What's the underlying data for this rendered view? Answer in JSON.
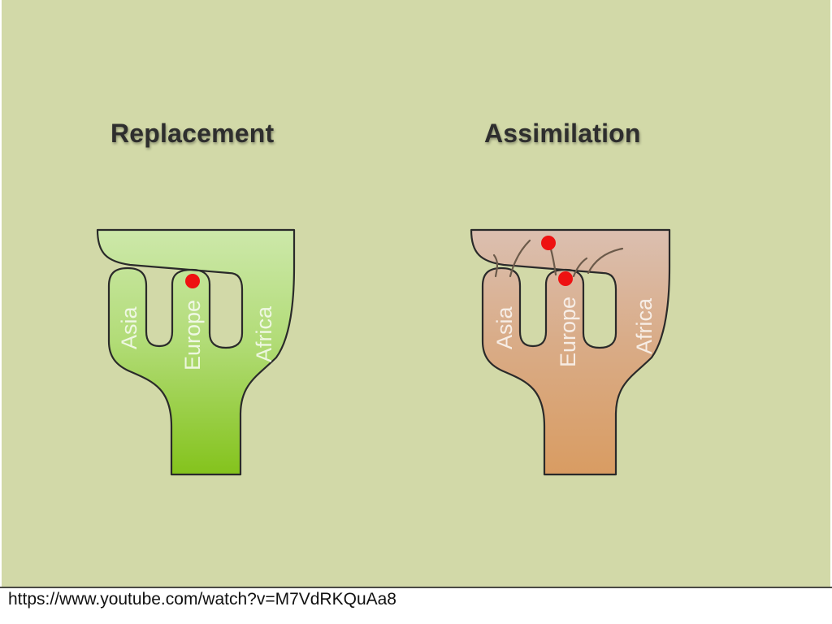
{
  "titles": {
    "replacement": "Replacement",
    "assimilation": "Assimilation"
  },
  "regions": {
    "replacement": {
      "asia": "Asia",
      "europe": "Europe",
      "africa": "Africa"
    },
    "assimilation": {
      "asia": "Asia",
      "europe": "Europe",
      "africa": "Africa"
    }
  },
  "source_url": "https://www.youtube.com/watch?v=M7VdRKQuAa8",
  "colors": {
    "background": "#d2d9a8",
    "replacement_fill_light": "#c9e6a4",
    "replacement_fill_dark": "#86c421",
    "assimilation_fill_light": "#d9bba8",
    "assimilation_fill_dark": "#d99b66",
    "marker": "#ee1111",
    "outline": "#2a2a2a"
  }
}
